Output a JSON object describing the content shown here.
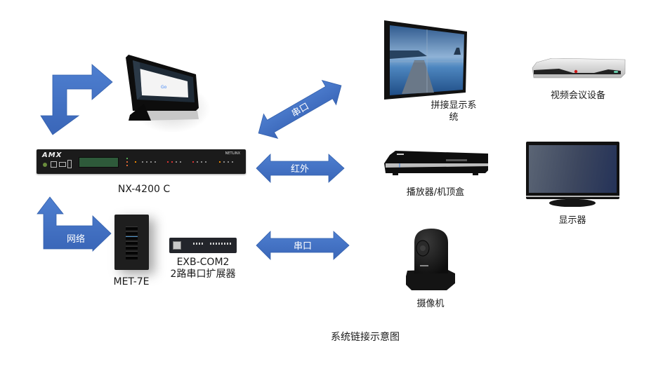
{
  "diagram": {
    "caption": "系统链接示意图",
    "arrow_color": "#4472C4",
    "devices": {
      "touch_panel": {
        "label": ""
      },
      "controller": {
        "label": "NX-4200 C",
        "logo": "AMX",
        "brand_text": "NETLINX"
      },
      "keypad": {
        "label": "MET-7E"
      },
      "expander": {
        "label_line1": "EXB-COM2",
        "label_line2": "2路串口扩展器"
      },
      "video_wall": {
        "label_line1": "拼接显示系",
        "label_line2": "统"
      },
      "video_conference": {
        "label": "视频会议设备"
      },
      "player": {
        "label": "播放器/机顶盒"
      },
      "monitor": {
        "label": "显示器"
      },
      "camera": {
        "label": "摄像机"
      }
    },
    "connections": [
      {
        "from": "controller",
        "to": "touch_panel",
        "label": ""
      },
      {
        "from": "controller",
        "to": "keypad",
        "label": "网络"
      },
      {
        "from": "controller",
        "to": "video_wall",
        "label": "串口"
      },
      {
        "from": "controller",
        "to": "player",
        "label": "红外"
      },
      {
        "from": "expander",
        "to": "camera",
        "label": "串口"
      }
    ]
  }
}
